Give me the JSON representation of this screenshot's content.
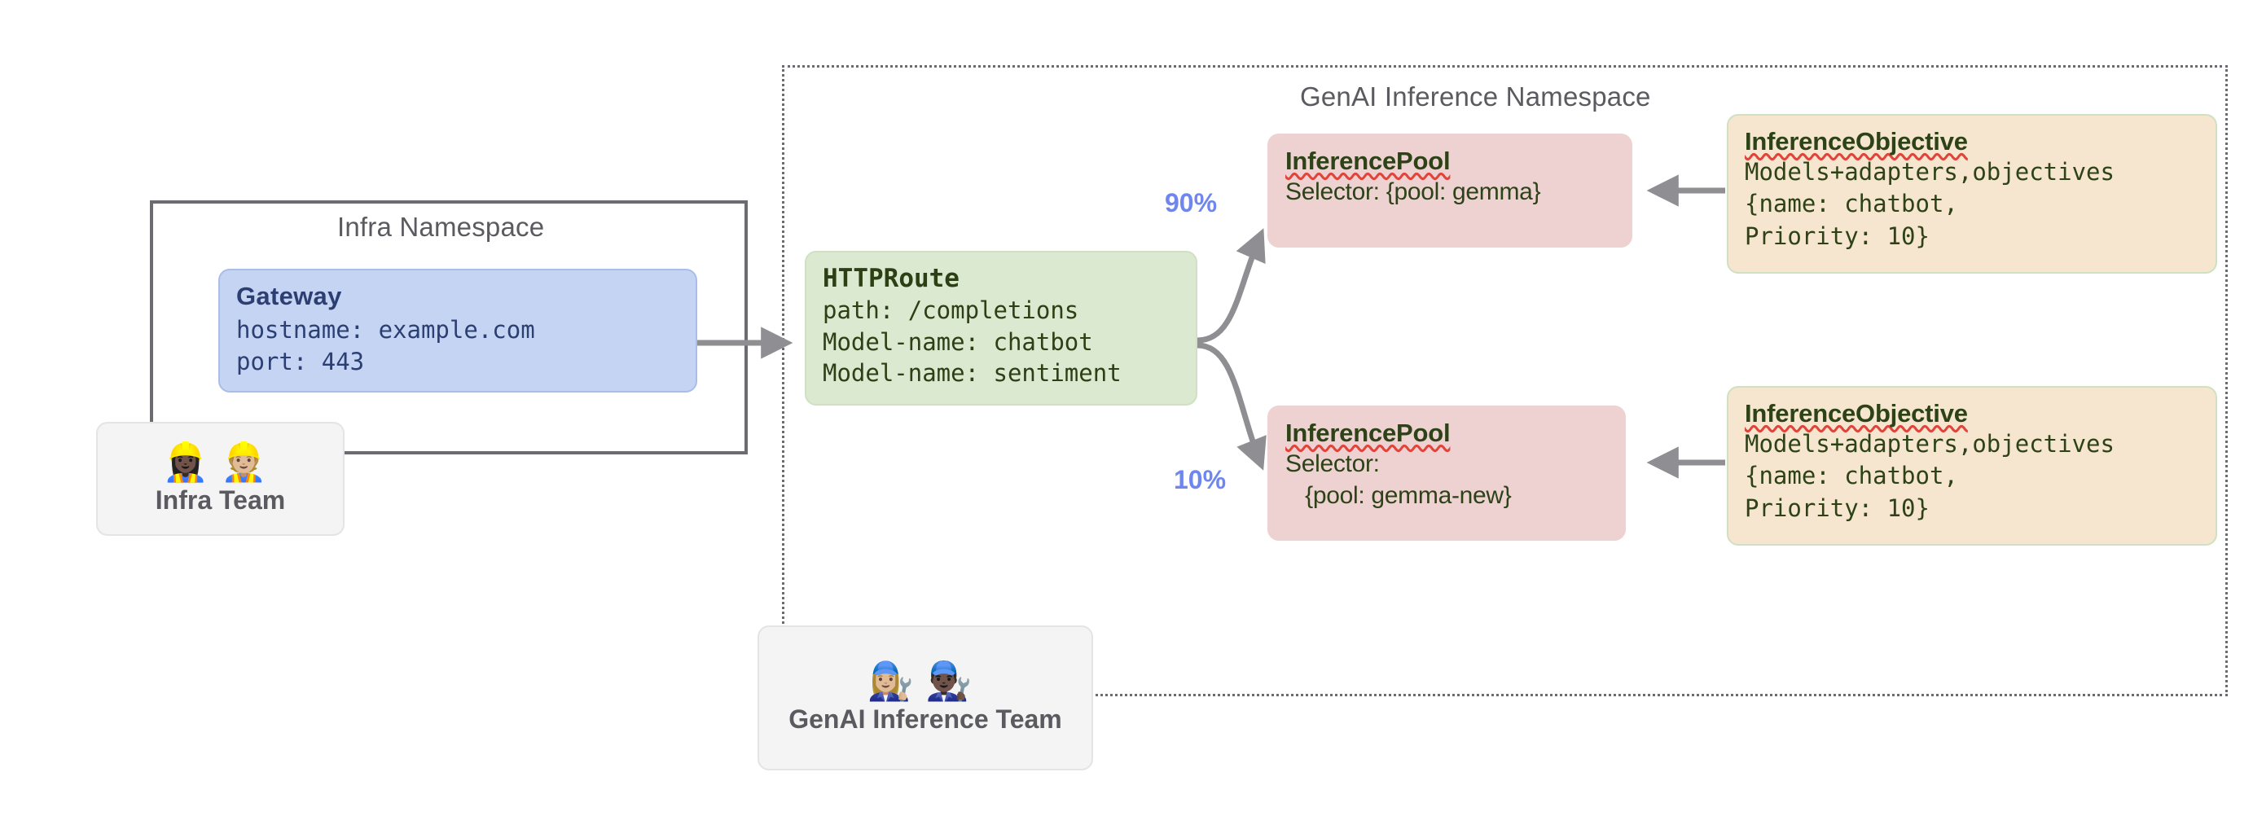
{
  "diagram": {
    "title_infra_namespace": "Infra Namespace",
    "title_genai_namespace": "GenAI Inference Namespace"
  },
  "nodes": {
    "gateway": {
      "title": "Gateway",
      "line1": "hostname: example.com",
      "line2": "port: 443"
    },
    "httproute": {
      "title": "HTTPRoute",
      "line1": "path: /completions",
      "line2": "Model-name: chatbot",
      "line3": "Model-name: sentiment"
    },
    "pool_gemma": {
      "title": "InferencePool",
      "line1": "Selector: {pool: gemma}"
    },
    "pool_gemma_new": {
      "title": "InferencePool",
      "line1": "Selector:",
      "line2": "   {pool: gemma-new}"
    },
    "objective_top": {
      "title": "InferenceObjective",
      "line1": "Models+adapters,objectives",
      "line2": "{name: chatbot,",
      "line3": "Priority: 10}"
    },
    "objective_bottom": {
      "title": "InferenceObjective",
      "line1": "Models+adapters,objectives",
      "line2": "{name: chatbot,",
      "line3": "Priority: 10}"
    }
  },
  "teams": {
    "infra": {
      "emojis": "👷🏿‍♀️👷🏼",
      "label": "Infra Team"
    },
    "genai": {
      "emojis": "👩🏼‍🔧👨🏿‍🔧",
      "label": "GenAI Inference Team"
    }
  },
  "edges": {
    "weight_top": "90%",
    "weight_bottom": "10%"
  },
  "colors": {
    "gateway_bg": "#c5d4f2",
    "gateway_text": "#2b3f73",
    "httproute_bg": "#dbe9d1",
    "pool_bg": "#eed2d2",
    "objective_bg": "#f6e6cf",
    "resource_text": "#2d4216",
    "arrow": "#8e8e93",
    "namespace_border": "#6b6b72",
    "percent": "#6f86ef",
    "team_bg": "#f4f4f4",
    "title_text": "#5a5a60"
  }
}
